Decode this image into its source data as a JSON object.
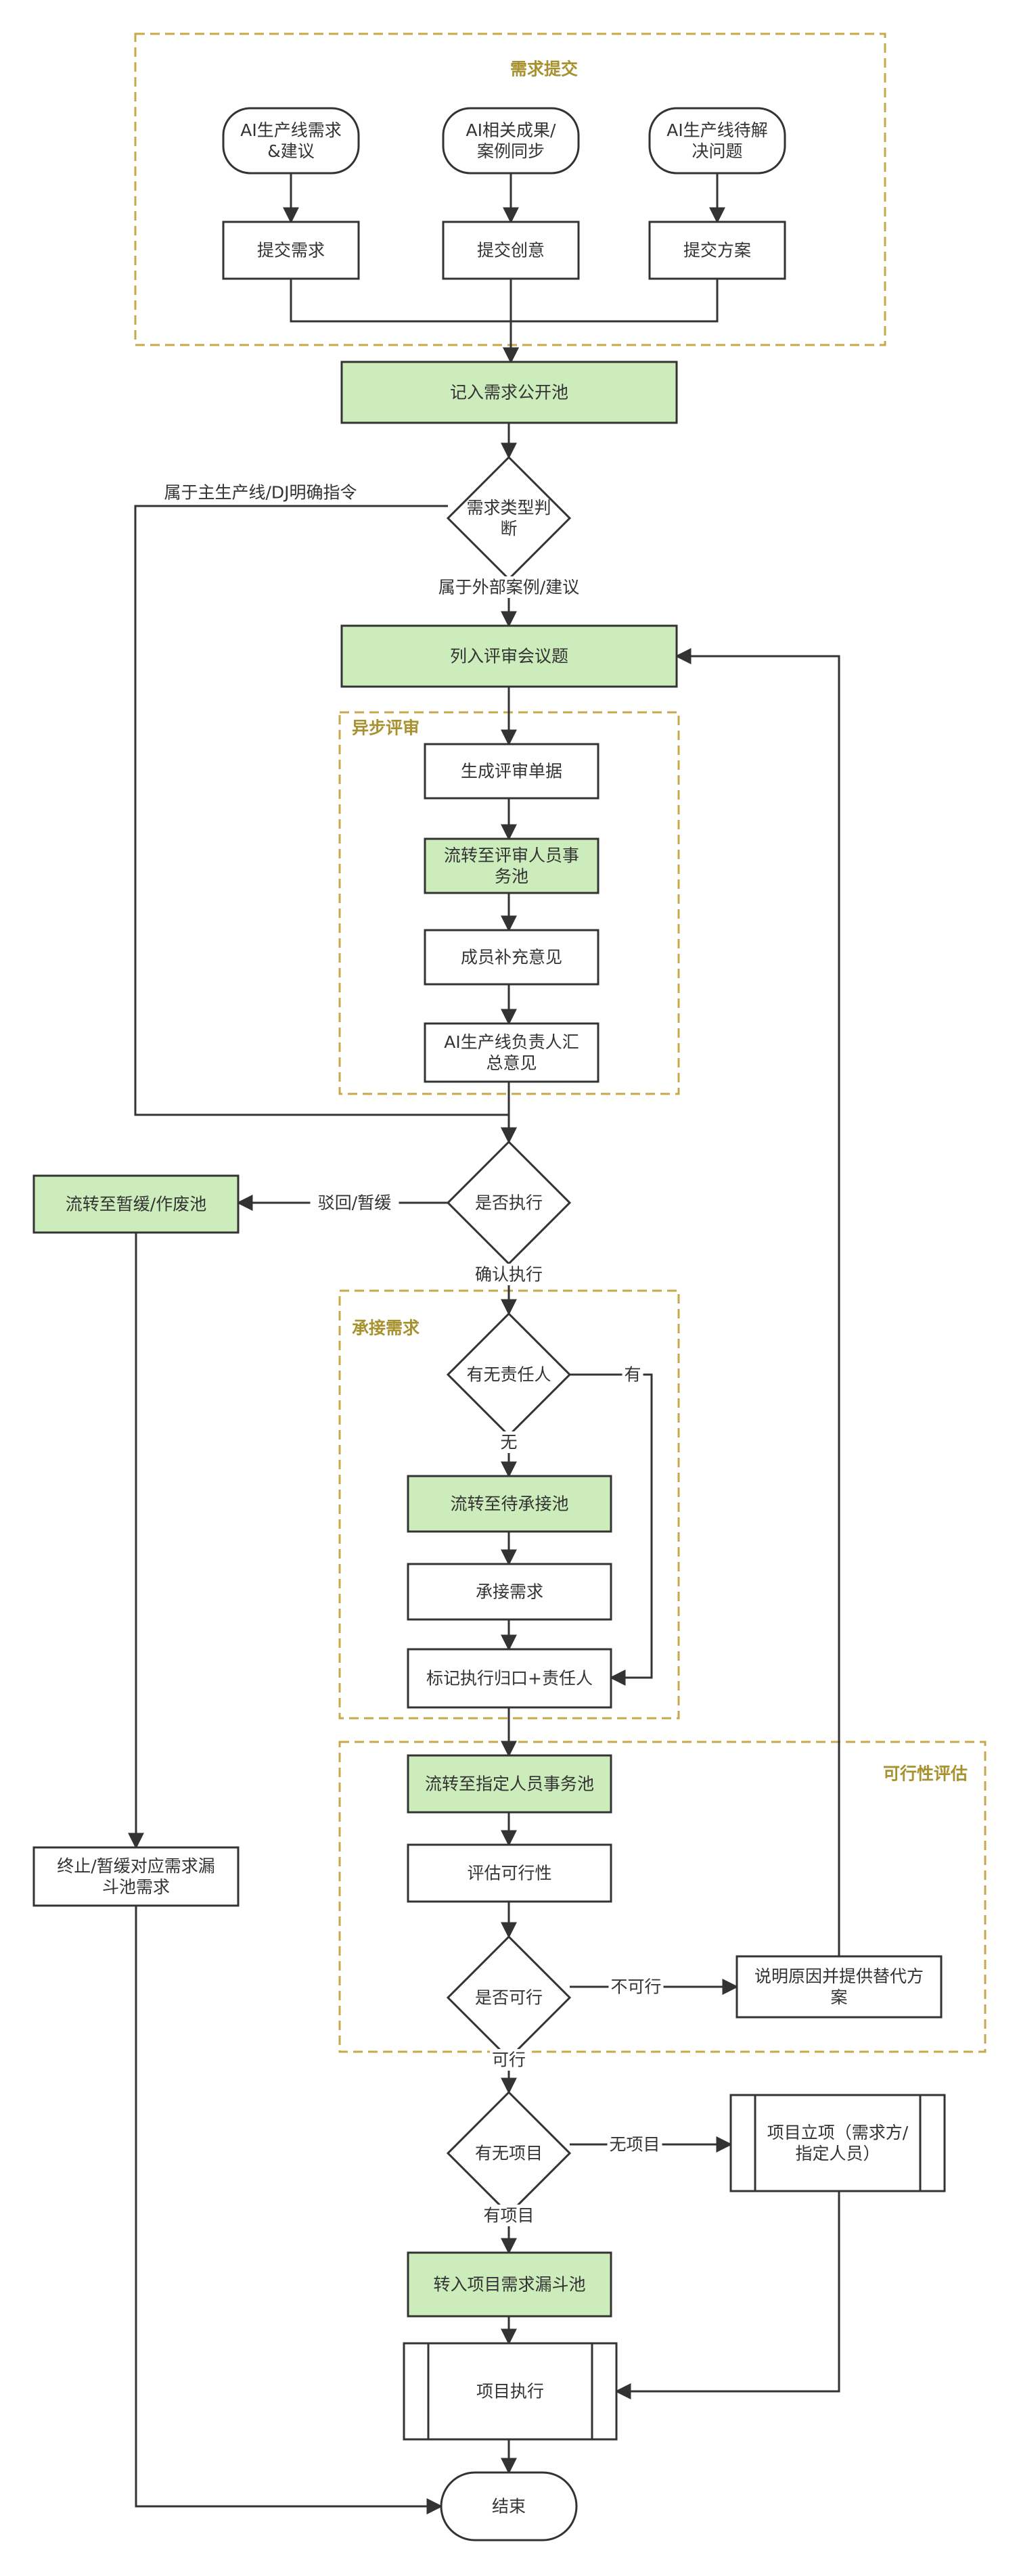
{
  "colors": {
    "highlight_fill": "#ccecbb",
    "plain_fill": "#ffffff",
    "stroke": "#333333",
    "group_border": "#c8a84a",
    "group_title": "#a8912f"
  },
  "groups": [
    {
      "id": "g1",
      "title": "需求提交"
    },
    {
      "id": "g2",
      "title": "异步评审"
    },
    {
      "id": "g3",
      "title": "承接需求"
    },
    {
      "id": "g4",
      "title": "可行性评估"
    }
  ],
  "nodes": [
    {
      "id": "n1",
      "shape": "rounded",
      "lines": [
        "AI生产线需求",
        "&建议"
      ]
    },
    {
      "id": "n2",
      "shape": "rounded",
      "lines": [
        "AI相关成果/",
        "案例同步"
      ]
    },
    {
      "id": "n3",
      "shape": "rounded",
      "lines": [
        "AI生产线待解",
        "决问题"
      ]
    },
    {
      "id": "n4",
      "shape": "rect",
      "lines": [
        "提交需求"
      ]
    },
    {
      "id": "n5",
      "shape": "rect",
      "lines": [
        "提交创意"
      ]
    },
    {
      "id": "n6",
      "shape": "rect",
      "lines": [
        "提交方案"
      ]
    },
    {
      "id": "n7",
      "shape": "rect",
      "highlight": true,
      "lines": [
        "记入需求公开池"
      ]
    },
    {
      "id": "n8",
      "shape": "diamond",
      "lines": [
        "需求类型判",
        "断"
      ]
    },
    {
      "id": "n9",
      "shape": "rect",
      "highlight": true,
      "lines": [
        "列入评审会议题"
      ]
    },
    {
      "id": "n10",
      "shape": "rect",
      "lines": [
        "生成评审单据"
      ]
    },
    {
      "id": "n11",
      "shape": "rect",
      "highlight": true,
      "lines": [
        "流转至评审人员事",
        "务池"
      ]
    },
    {
      "id": "n12",
      "shape": "rect",
      "lines": [
        "成员补充意见"
      ]
    },
    {
      "id": "n13",
      "shape": "rect",
      "lines": [
        "AI生产线负责人汇",
        "总意见"
      ]
    },
    {
      "id": "n14",
      "shape": "diamond",
      "lines": [
        "是否执行"
      ]
    },
    {
      "id": "n15",
      "shape": "rect",
      "highlight": true,
      "lines": [
        "流转至暂缓/作废池"
      ]
    },
    {
      "id": "n16",
      "shape": "diamond",
      "lines": [
        "有无责任人"
      ]
    },
    {
      "id": "n17",
      "shape": "rect",
      "highlight": true,
      "lines": [
        "流转至待承接池"
      ]
    },
    {
      "id": "n18",
      "shape": "rect",
      "lines": [
        "承接需求"
      ]
    },
    {
      "id": "n19",
      "shape": "rect",
      "lines": [
        "标记执行归口+责任人"
      ]
    },
    {
      "id": "n20",
      "shape": "rect",
      "highlight": true,
      "lines": [
        "流转至指定人员事务池"
      ]
    },
    {
      "id": "n21",
      "shape": "rect",
      "lines": [
        "评估可行性"
      ]
    },
    {
      "id": "n22",
      "shape": "diamond",
      "lines": [
        "是否可行"
      ]
    },
    {
      "id": "n23",
      "shape": "rect",
      "lines": [
        "说明原因并提供替代方",
        "案"
      ]
    },
    {
      "id": "n24",
      "shape": "rect",
      "lines": [
        "终止/暂缓对应需求漏",
        "斗池需求"
      ]
    },
    {
      "id": "n25",
      "shape": "diamond",
      "lines": [
        "有无项目"
      ]
    },
    {
      "id": "n26",
      "shape": "process",
      "lines": [
        "项目立项（需求方/",
        "指定人员）"
      ]
    },
    {
      "id": "n27",
      "shape": "rect",
      "highlight": true,
      "lines": [
        "转入项目需求漏斗池"
      ]
    },
    {
      "id": "n28",
      "shape": "process",
      "lines": [
        "项目执行"
      ]
    },
    {
      "id": "n29",
      "shape": "terminal",
      "lines": [
        "结束"
      ]
    }
  ],
  "edges": [
    {
      "id": "e1",
      "from": "n1",
      "to": "n4"
    },
    {
      "id": "e2",
      "from": "n2",
      "to": "n5"
    },
    {
      "id": "e3",
      "from": "n3",
      "to": "n6"
    },
    {
      "id": "e4",
      "from": "n4",
      "to": "n7"
    },
    {
      "id": "e5",
      "from": "n5",
      "to": "n7"
    },
    {
      "id": "e6",
      "from": "n6",
      "to": "n7"
    },
    {
      "id": "e7",
      "from": "n7",
      "to": "n8"
    },
    {
      "id": "e8",
      "from": "n8",
      "to": "n14",
      "label": "属于主生产线/DJ明确指令"
    },
    {
      "id": "e9",
      "from": "n8",
      "to": "n9",
      "label": "属于外部案例/建议"
    },
    {
      "id": "e10",
      "from": "n9",
      "to": "n10"
    },
    {
      "id": "e11",
      "from": "n10",
      "to": "n11"
    },
    {
      "id": "e12",
      "from": "n11",
      "to": "n12"
    },
    {
      "id": "e13",
      "from": "n12",
      "to": "n13"
    },
    {
      "id": "e14",
      "from": "n13",
      "to": "n14"
    },
    {
      "id": "e15",
      "from": "n14",
      "to": "n15",
      "label": "驳回/暂缓"
    },
    {
      "id": "e16",
      "from": "n14",
      "to": "n16",
      "label": "确认执行"
    },
    {
      "id": "e17",
      "from": "n16",
      "to": "n19",
      "label": "有"
    },
    {
      "id": "e18",
      "from": "n16",
      "to": "n17",
      "label": "无"
    },
    {
      "id": "e19",
      "from": "n17",
      "to": "n18"
    },
    {
      "id": "e20",
      "from": "n18",
      "to": "n19"
    },
    {
      "id": "e21",
      "from": "n19",
      "to": "n20"
    },
    {
      "id": "e22",
      "from": "n20",
      "to": "n21"
    },
    {
      "id": "e23",
      "from": "n21",
      "to": "n22"
    },
    {
      "id": "e24",
      "from": "n22",
      "to": "n23",
      "label": "不可行"
    },
    {
      "id": "e25",
      "from": "n23",
      "to": "n9"
    },
    {
      "id": "e26",
      "from": "n22",
      "to": "n25",
      "label": "可行"
    },
    {
      "id": "e27",
      "from": "n15",
      "to": "n24"
    },
    {
      "id": "e28",
      "from": "n24",
      "to": "n29"
    },
    {
      "id": "e29",
      "from": "n25",
      "to": "n26",
      "label": "无项目"
    },
    {
      "id": "e30",
      "from": "n25",
      "to": "n27",
      "label": "有项目"
    },
    {
      "id": "e31",
      "from": "n27",
      "to": "n28"
    },
    {
      "id": "e32",
      "from": "n26",
      "to": "n28"
    },
    {
      "id": "e33",
      "from": "n28",
      "to": "n29"
    }
  ]
}
